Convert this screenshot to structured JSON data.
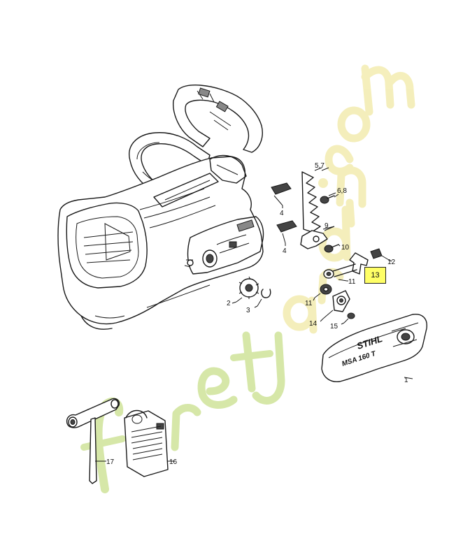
{
  "diagram": {
    "highlighted_part": "13",
    "watermark_text": "foretjardin.com",
    "cover_brand": "STIHL",
    "cover_model": "MSA 160 T",
    "part_labels": [
      "5,7",
      "6,8",
      "4",
      "4",
      "9",
      "10",
      "12",
      "11",
      "11",
      "2",
      "3",
      "14",
      "15",
      "1",
      "17",
      "16"
    ],
    "colors": {
      "watermark_green": "#c8de8a",
      "watermark_yellow": "#f3ecb0",
      "highlight": "#ffff66"
    }
  }
}
